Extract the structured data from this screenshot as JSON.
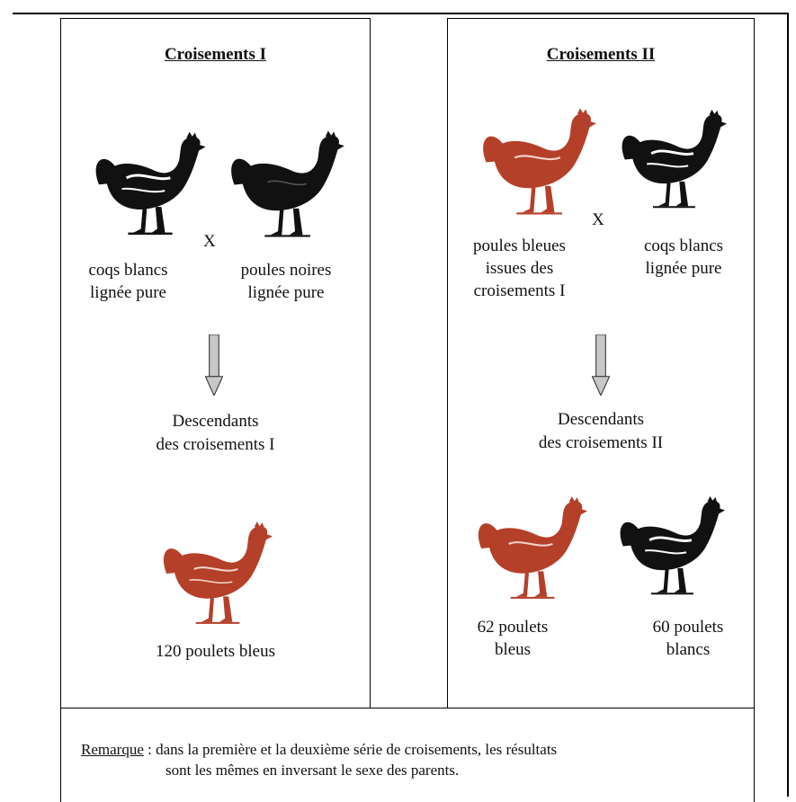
{
  "colors": {
    "red_hen": "#b5402a",
    "black_hen": "#111111",
    "arrow_fill": "#c8c8c8"
  },
  "panel1": {
    "title": "Croisements I",
    "parent_left": [
      "coqs blancs",
      "lignée pure"
    ],
    "parent_right": [
      "poules noires",
      "lignée pure"
    ],
    "cross": "X",
    "descendants": [
      "Descendants",
      "des croisements I"
    ],
    "result": "120 poulets bleus"
  },
  "panel2": {
    "title": "Croisements II",
    "parent_left": [
      "poules bleues",
      "issues des",
      "croisements I"
    ],
    "parent_right": [
      "coqs blancs",
      "lignée pure"
    ],
    "cross": "X",
    "descendants": [
      "Descendants",
      "des croisements II"
    ],
    "result_left": [
      "62 poulets",
      "bleus"
    ],
    "result_right": [
      "60  poulets",
      "blancs"
    ]
  },
  "remark": {
    "label": "Remarque",
    "line1": " : dans la première  et la deuxième série  de croisements, les résultats",
    "line2": "sont les mêmes  en inversant le sexe des parents."
  },
  "icons": [
    "black-hen-icon",
    "red-hen-icon",
    "down-arrow-icon"
  ]
}
